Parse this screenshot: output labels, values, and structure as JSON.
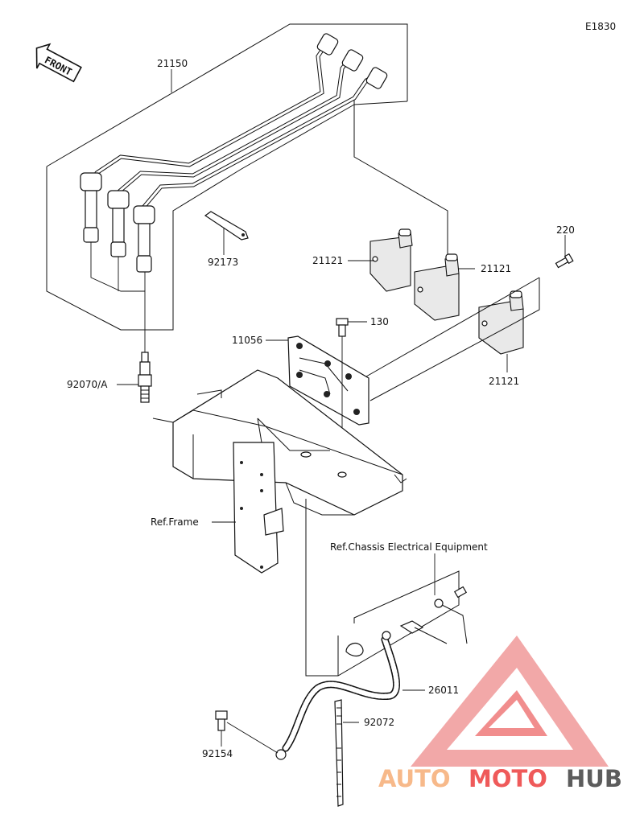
{
  "diagram_code": "E1830",
  "front_arrow_label": "FRONT",
  "part_labels": {
    "p21150": "21150",
    "p92173": "92173",
    "p21121_a": "21121",
    "p21121_b": "21121",
    "p21121_c": "21121",
    "p220": "220",
    "p130": "130",
    "p11056": "11056",
    "p92070a": "92070/A",
    "ref_frame": "Ref.Frame",
    "ref_chassis": "Ref.Chassis Electrical Equipment",
    "p26011": "26011",
    "p92072": "92072",
    "p92154": "92154"
  },
  "watermark": {
    "part1": "AUTO",
    "part2": "MOTO",
    "part3": "HUB",
    "color_light": "#f7b98a",
    "color_red": "#ef5a5a",
    "color_gray": "#5c5c5c"
  }
}
